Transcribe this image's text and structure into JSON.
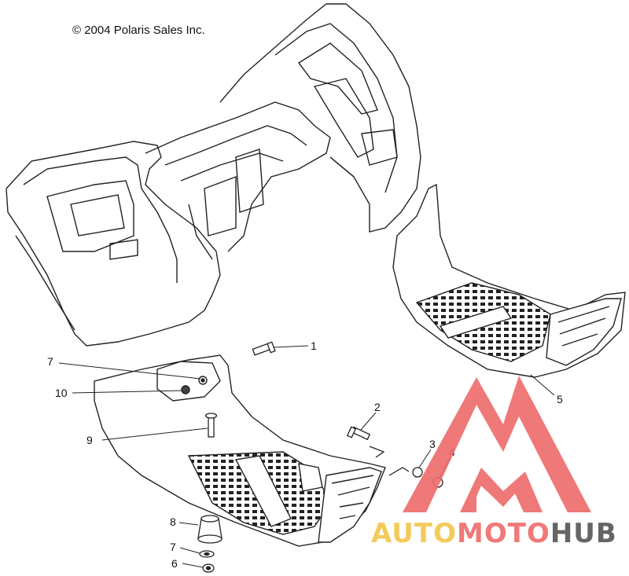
{
  "copyright": "© 2004 Polaris Sales Inc.",
  "callouts": [
    {
      "id": "c1",
      "label": "1"
    },
    {
      "id": "c2",
      "label": "2"
    },
    {
      "id": "c3",
      "label": "3"
    },
    {
      "id": "c4",
      "label": "4"
    },
    {
      "id": "c5",
      "label": "5"
    },
    {
      "id": "c6",
      "label": "6"
    },
    {
      "id": "c7a",
      "label": "7"
    },
    {
      "id": "c7b",
      "label": "7"
    },
    {
      "id": "c8",
      "label": "8"
    },
    {
      "id": "c9",
      "label": "9"
    },
    {
      "id": "c10",
      "label": "10"
    }
  ],
  "watermark": {
    "part1": "AUTO",
    "part2": "MOTO",
    "part3": "HUB",
    "color_part1": "#f2c64a",
    "color_part2": "#ef6b6b",
    "color_part3": "#555555",
    "logo_color": "#ee6a6a"
  }
}
